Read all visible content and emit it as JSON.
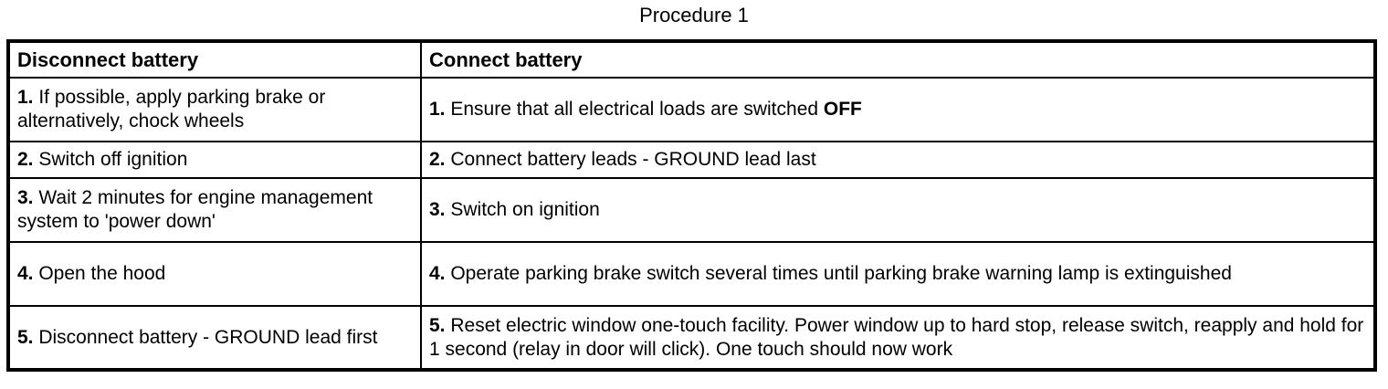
{
  "title": "Procedure 1",
  "table": {
    "headers": {
      "left": "Disconnect battery",
      "right": "Connect battery"
    },
    "rows": [
      {
        "left": {
          "num": "1.",
          "text": " If possible, apply parking brake or alternatively, chock wheels"
        },
        "right": {
          "num": "1.",
          "text": " Ensure that all electrical loads are switched ",
          "bold": "OFF"
        }
      },
      {
        "left": {
          "num": "2.",
          "text": " Switch off ignition"
        },
        "right": {
          "num": "2.",
          "text": " Connect battery leads - GROUND lead last"
        }
      },
      {
        "left": {
          "num": "3.",
          "text": " Wait 2 minutes for engine management system to 'power down'"
        },
        "right": {
          "num": "3.",
          "text": " Switch on ignition"
        }
      },
      {
        "left": {
          "num": "4.",
          "text": " Open the hood"
        },
        "right": {
          "num": "4.",
          "text": " Operate parking brake switch several times until parking brake warning lamp is extinguished"
        }
      },
      {
        "left": {
          "num": "5.",
          "text": " Disconnect battery - GROUND lead first"
        },
        "right": {
          "num": "5.",
          "text": " Reset electric window one-touch facility. Power window up to hard stop, release switch, reapply and hold for 1 second (relay in door will click). One touch should now work"
        }
      }
    ]
  }
}
